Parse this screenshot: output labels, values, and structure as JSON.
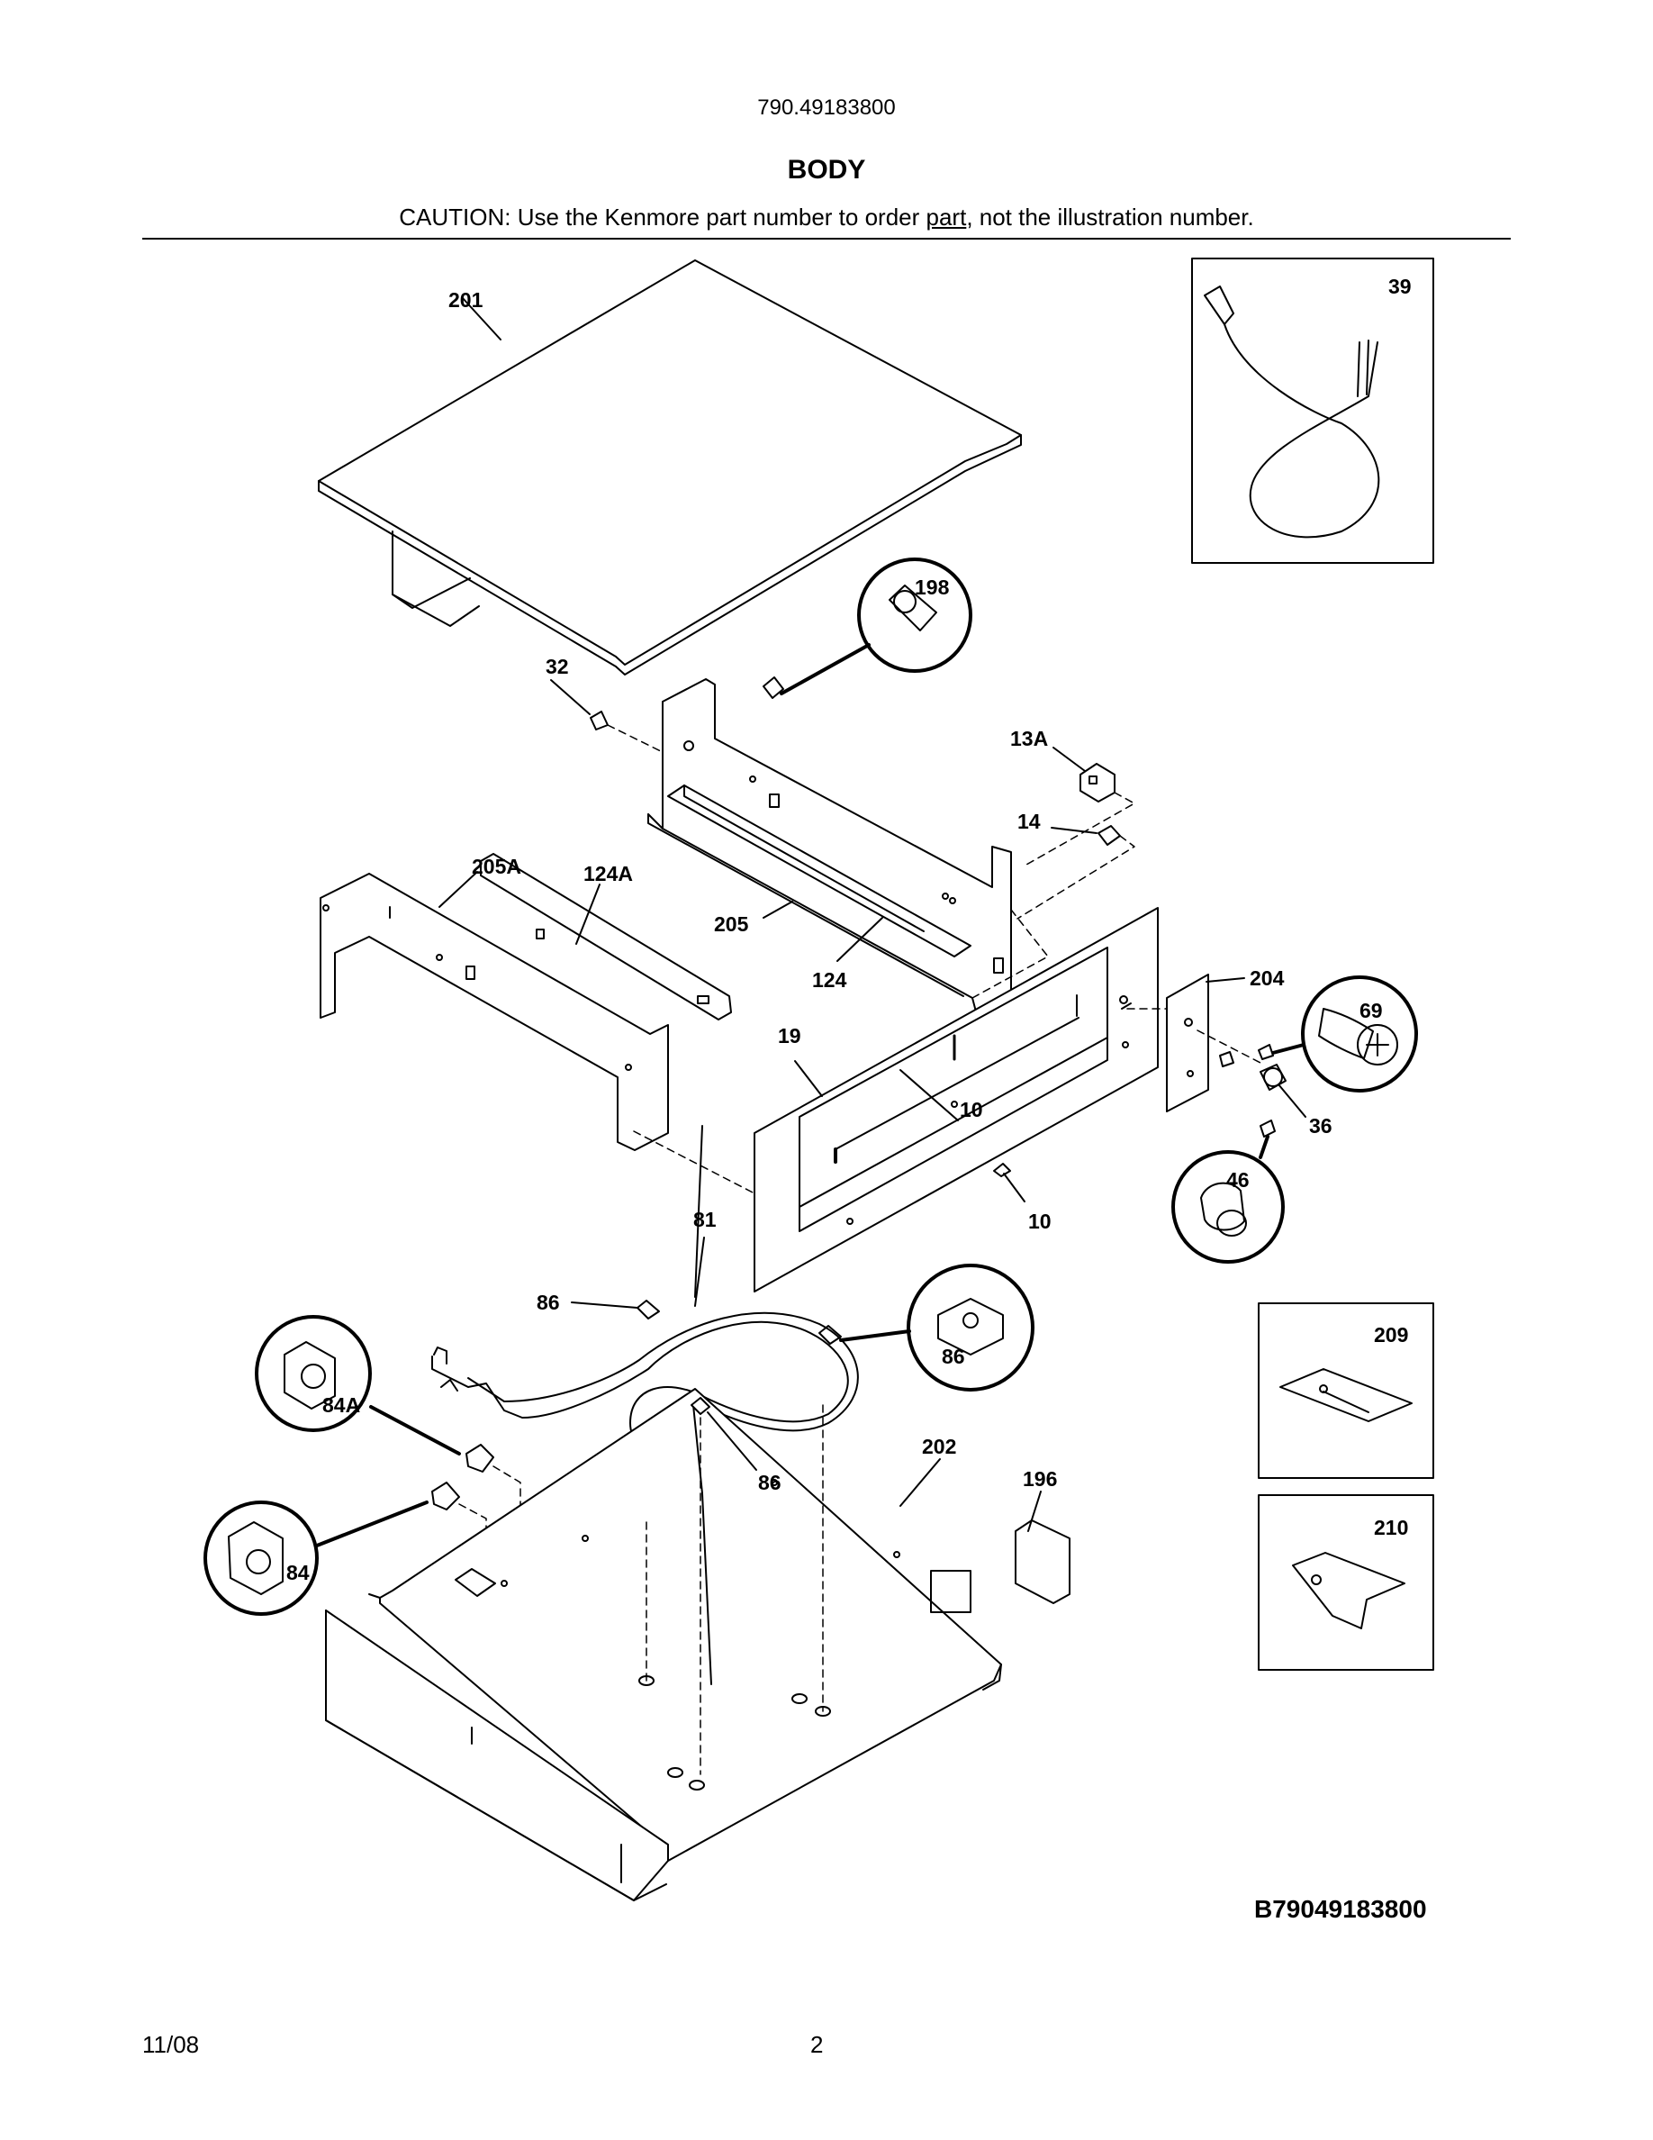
{
  "header": {
    "model_number": "790.49183800",
    "section_title": "BODY",
    "caution_before": "CAUTION: Use the Kenmore part number to order ",
    "caution_underlined": "part",
    "caution_after": ", not the illustration number."
  },
  "callouts": {
    "c201": "201",
    "c39": "39",
    "c198": "198",
    "c32": "32",
    "c13A": "13A",
    "c14": "14",
    "c205A": "205A",
    "c124A": "124A",
    "c205": "205",
    "c124": "124",
    "c204": "204",
    "c69": "69",
    "c19": "19",
    "c10a": "10",
    "c36": "36",
    "c46": "46",
    "c10b": "10",
    "c81": "81",
    "c86a": "86",
    "c86b": "86",
    "c209": "209",
    "c84A": "84A",
    "c202": "202",
    "c86c": "86",
    "c196": "196",
    "c210": "210",
    "c84": "84"
  },
  "diagram_id": "B79049183800",
  "footer": {
    "date": "11/08",
    "page": "2"
  }
}
